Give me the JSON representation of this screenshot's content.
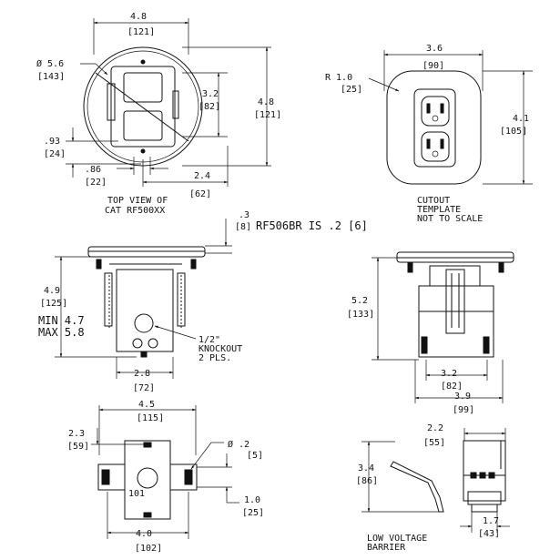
{
  "top_view": {
    "width_in": "4.8",
    "width_mm": "[121]",
    "dia_label": "Ø 5.6",
    "dia_mm": "[143]",
    "inner_h_in": "3.2",
    "inner_h_mm": "[82]",
    "outer_h_in": "4.8",
    "outer_h_mm": "[121]",
    "edge_in": ".93",
    "edge_mm": "[24]",
    "slot_in": ".86",
    "slot_mm": "[22]",
    "off_in": "2.4",
    "off_mm": "[62]",
    "caption_1": "TOP VIEW OF",
    "caption_2": "CAT RF500XX"
  },
  "cutout": {
    "radius_label": "R 1.0",
    "radius_mm": "[25]",
    "width_in": "3.6",
    "width_mm": "[90]",
    "height_in": "4.1",
    "height_mm": "[105]",
    "caption_1": "CUTOUT",
    "caption_2": "TEMPLATE",
    "caption_3": "NOT TO SCALE"
  },
  "note": {
    "thick_in": ".3",
    "thick_mm": "[8]",
    "text": "RF506BR IS .2 [6]"
  },
  "side_view": {
    "height_in": "4.9",
    "height_mm": "[125]",
    "min": "MIN 4.7",
    "max": "MAX 5.8",
    "knockout_1": "1/2\"",
    "knockout_2": "KNOCKOUT",
    "knockout_3": "2 PLS.",
    "width_in": "2.8",
    "width_mm": "[72]"
  },
  "front_view": {
    "height_in": "5.2",
    "height_mm": "[133]",
    "inner_w_in": "3.2",
    "inner_w_mm": "[82]",
    "outer_w_in": "3.9",
    "outer_w_mm": "[99]"
  },
  "bottom_view": {
    "top_w_in": "4.5",
    "top_w_mm": "[115]",
    "left_in": "2.3",
    "left_mm": "[59]",
    "hole_label": "Ø .2",
    "hole_mm": "[5]",
    "gap_in": "1.0",
    "gap_mm": "[25]",
    "bot_w_in": "4.0",
    "bot_w_mm": "[102]",
    "box_mark": "101"
  },
  "barrier": {
    "w_in": "2.2",
    "w_mm": "[55]",
    "h_in": "3.4",
    "h_mm": "[86]",
    "base_in": "1.7",
    "base_mm": "[43]",
    "caption_1": "LOW VOLTAGE",
    "caption_2": "BARRIER"
  }
}
